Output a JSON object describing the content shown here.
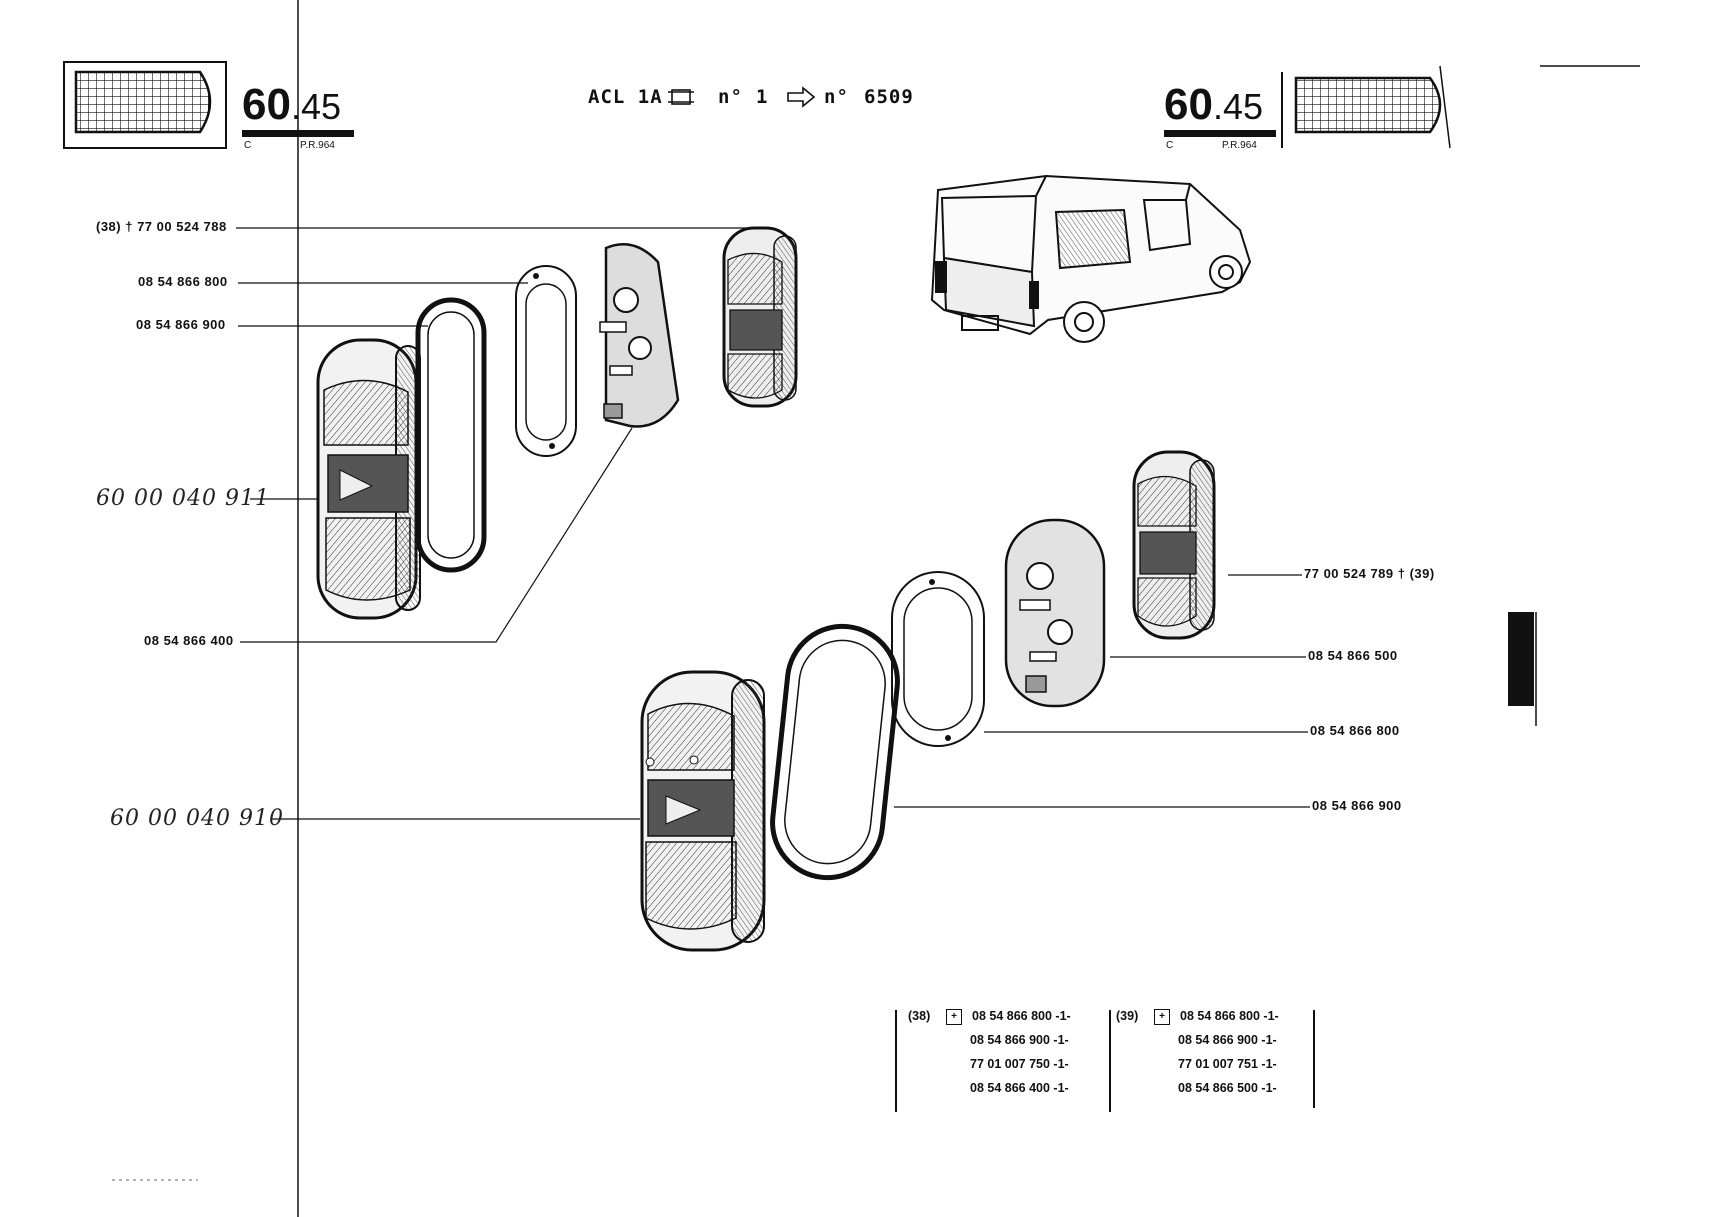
{
  "header": {
    "left_ref": {
      "major": "60",
      "minor": ".45",
      "code_c": "C",
      "code_pr": "P.R.964"
    },
    "right_ref": {
      "major": "60",
      "minor": ".45",
      "code_c": "C",
      "code_pr": "P.R.964"
    },
    "title": {
      "model": "ACL 1A",
      "from_prefix": "n°",
      "from_value": "1",
      "to_prefix": "n°",
      "to_value": "6509"
    }
  },
  "labels": {
    "upper_left": [
      {
        "text": "(38) † 77 00 524 788"
      },
      {
        "text": "08 54 866 800"
      },
      {
        "text": "08 54 866 900"
      },
      {
        "text": "08 54 866 400"
      }
    ],
    "lower_right": [
      {
        "text": "77 00 524 789 † (39)"
      },
      {
        "text": "08 54 866 500"
      },
      {
        "text": "08 54 866 800"
      },
      {
        "text": "08 54 866 900"
      }
    ],
    "handwritten": [
      {
        "text": "60 00 040 911"
      },
      {
        "text": "60 00 040 910"
      }
    ]
  },
  "kits": [
    {
      "tag": "(38)",
      "lines": [
        "08 54 866 800 -1-",
        "08 54 866 900 -1-",
        "77 01 007 750 -1-",
        "08 54 866 400 -1-"
      ]
    },
    {
      "tag": "(39)",
      "lines": [
        "08 54 866 800 -1-",
        "08 54 866 900 -1-",
        "77 01 007 751 -1-",
        "08 54 866 500 -1-"
      ]
    }
  ]
}
